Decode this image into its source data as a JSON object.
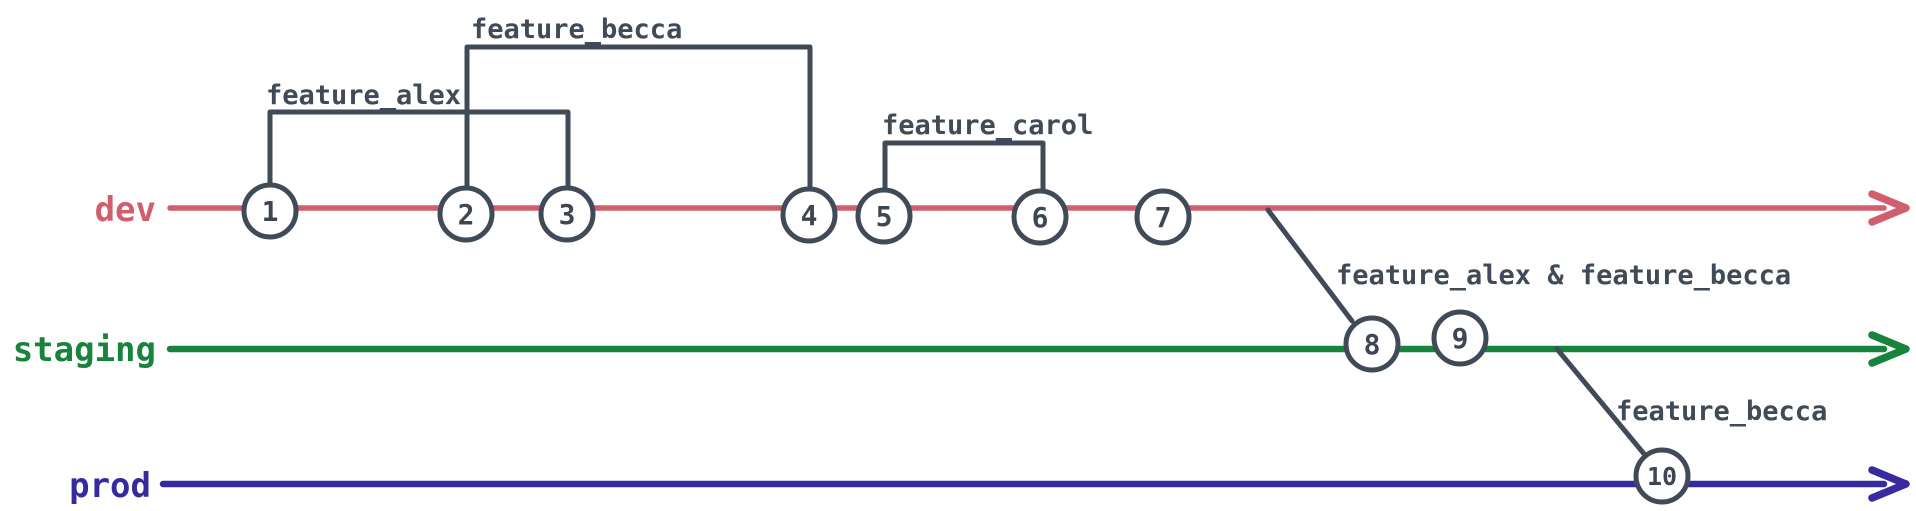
{
  "diagram": {
    "title": "git branch flow diagram",
    "background": "#ffffff",
    "ink_color": "#414a57",
    "branches": [
      {
        "name": "dev",
        "color": "#d15e6d"
      },
      {
        "name": "staging",
        "color": "#17833d"
      },
      {
        "name": "prod",
        "color": "#372a9e"
      }
    ],
    "commits": [
      {
        "label": "1",
        "branch": "dev"
      },
      {
        "label": "2",
        "branch": "dev"
      },
      {
        "label": "3",
        "branch": "dev"
      },
      {
        "label": "4",
        "branch": "dev"
      },
      {
        "label": "5",
        "branch": "dev"
      },
      {
        "label": "6",
        "branch": "dev"
      },
      {
        "label": "7",
        "branch": "dev"
      },
      {
        "label": "8",
        "branch": "staging"
      },
      {
        "label": "9",
        "branch": "staging"
      },
      {
        "label": "10",
        "branch": "prod"
      }
    ],
    "feature_labels": [
      {
        "text": "feature_alex",
        "attached_to": "dev commits 1-3"
      },
      {
        "text": "feature_becca",
        "attached_to": "dev commits 2-4"
      },
      {
        "text": "feature_carol",
        "attached_to": "dev commits 5-6"
      },
      {
        "text": "feature_alex & feature_becca",
        "attached_to": "merge dev to staging commit 8"
      },
      {
        "text": "feature_becca",
        "attached_to": "merge staging to prod commit 10"
      }
    ]
  }
}
